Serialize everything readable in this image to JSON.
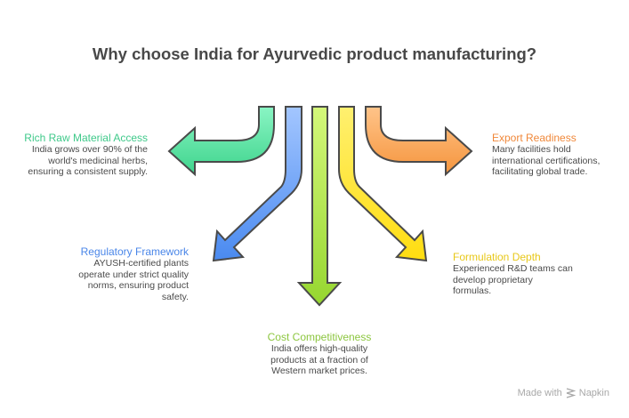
{
  "title": "Why choose India for Ayurvedic product manufacturing?",
  "items": [
    {
      "heading": "Rich Raw Material Access",
      "lines": [
        "India grows over 90% of the",
        "world's medicinal herbs,",
        "ensuring a consistent supply."
      ],
      "color": "#3fc98a"
    },
    {
      "heading": "Regulatory Framework",
      "lines": [
        "AYUSH-certified plants",
        "operate under strict quality",
        "norms, ensuring product",
        "safety."
      ],
      "color": "#4a86e8"
    },
    {
      "heading": "Cost Competitiveness",
      "lines": [
        "India offers high-quality",
        "products at a fraction of",
        "Western market prices."
      ],
      "color": "#8cc63f"
    },
    {
      "heading": "Formulation Depth",
      "lines": [
        "Experienced R&D teams can",
        "develop proprietary",
        "formulas."
      ],
      "color": "#e8c81a"
    },
    {
      "heading": "Export Readiness",
      "lines": [
        "Many facilities hold",
        "international certifications,",
        "facilitating global trade."
      ],
      "color": "#f0883a"
    }
  ],
  "footer": {
    "label": "Made with",
    "brand": "Napkin"
  }
}
